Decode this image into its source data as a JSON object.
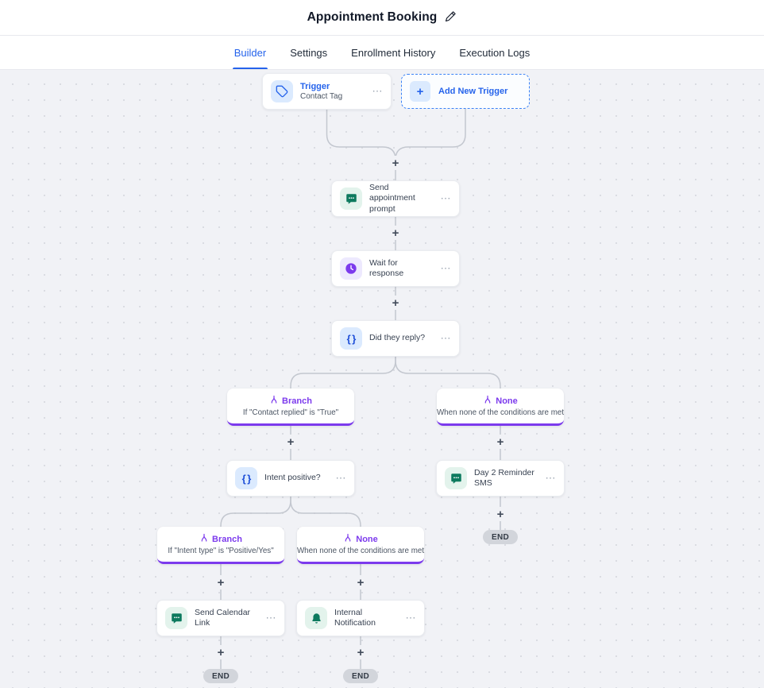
{
  "header": {
    "title": "Appointment Booking"
  },
  "tabs": [
    {
      "label": "Builder"
    },
    {
      "label": "Settings"
    },
    {
      "label": "Enrollment History"
    },
    {
      "label": "Execution Logs"
    }
  ],
  "canvas": {
    "plus_glyph": "+",
    "menu_glyph": "⋯",
    "end_label": "END",
    "trigger": {
      "title": "Trigger",
      "subtitle": "Contact Tag"
    },
    "add_trigger": {
      "label": "Add New Trigger",
      "plus_glyph": "+"
    },
    "nodes": {
      "send_prompt": {
        "label": "Send appointment prompt"
      },
      "wait_response": {
        "label": "Wait for response"
      },
      "did_reply": {
        "label": "Did they reply?",
        "icon_glyph": "{ }"
      },
      "branch_contact": {
        "title": "Branch",
        "condition": "If \"Contact replied\" is \"True\""
      },
      "none_contact": {
        "title": "None",
        "condition": "When none of the conditions are met"
      },
      "intent_positive": {
        "label": "Intent positive?",
        "icon_glyph": "{ }"
      },
      "day2_sms": {
        "label": "Day 2 Reminder SMS"
      },
      "branch_intent": {
        "title": "Branch",
        "condition": "If \"Intent type\" is \"Positive/Yes\""
      },
      "none_intent": {
        "title": "None",
        "condition": "When none of the conditions are met"
      },
      "calendar_link": {
        "label": "Send Calendar Link"
      },
      "internal_notification": {
        "label": "Internal Notification"
      }
    }
  },
  "colors": {
    "accent_blue": "#2563eb",
    "accent_purple": "#7c3aed",
    "accent_green": "#0d7a5e",
    "connector_gray": "#c3c7cf"
  }
}
